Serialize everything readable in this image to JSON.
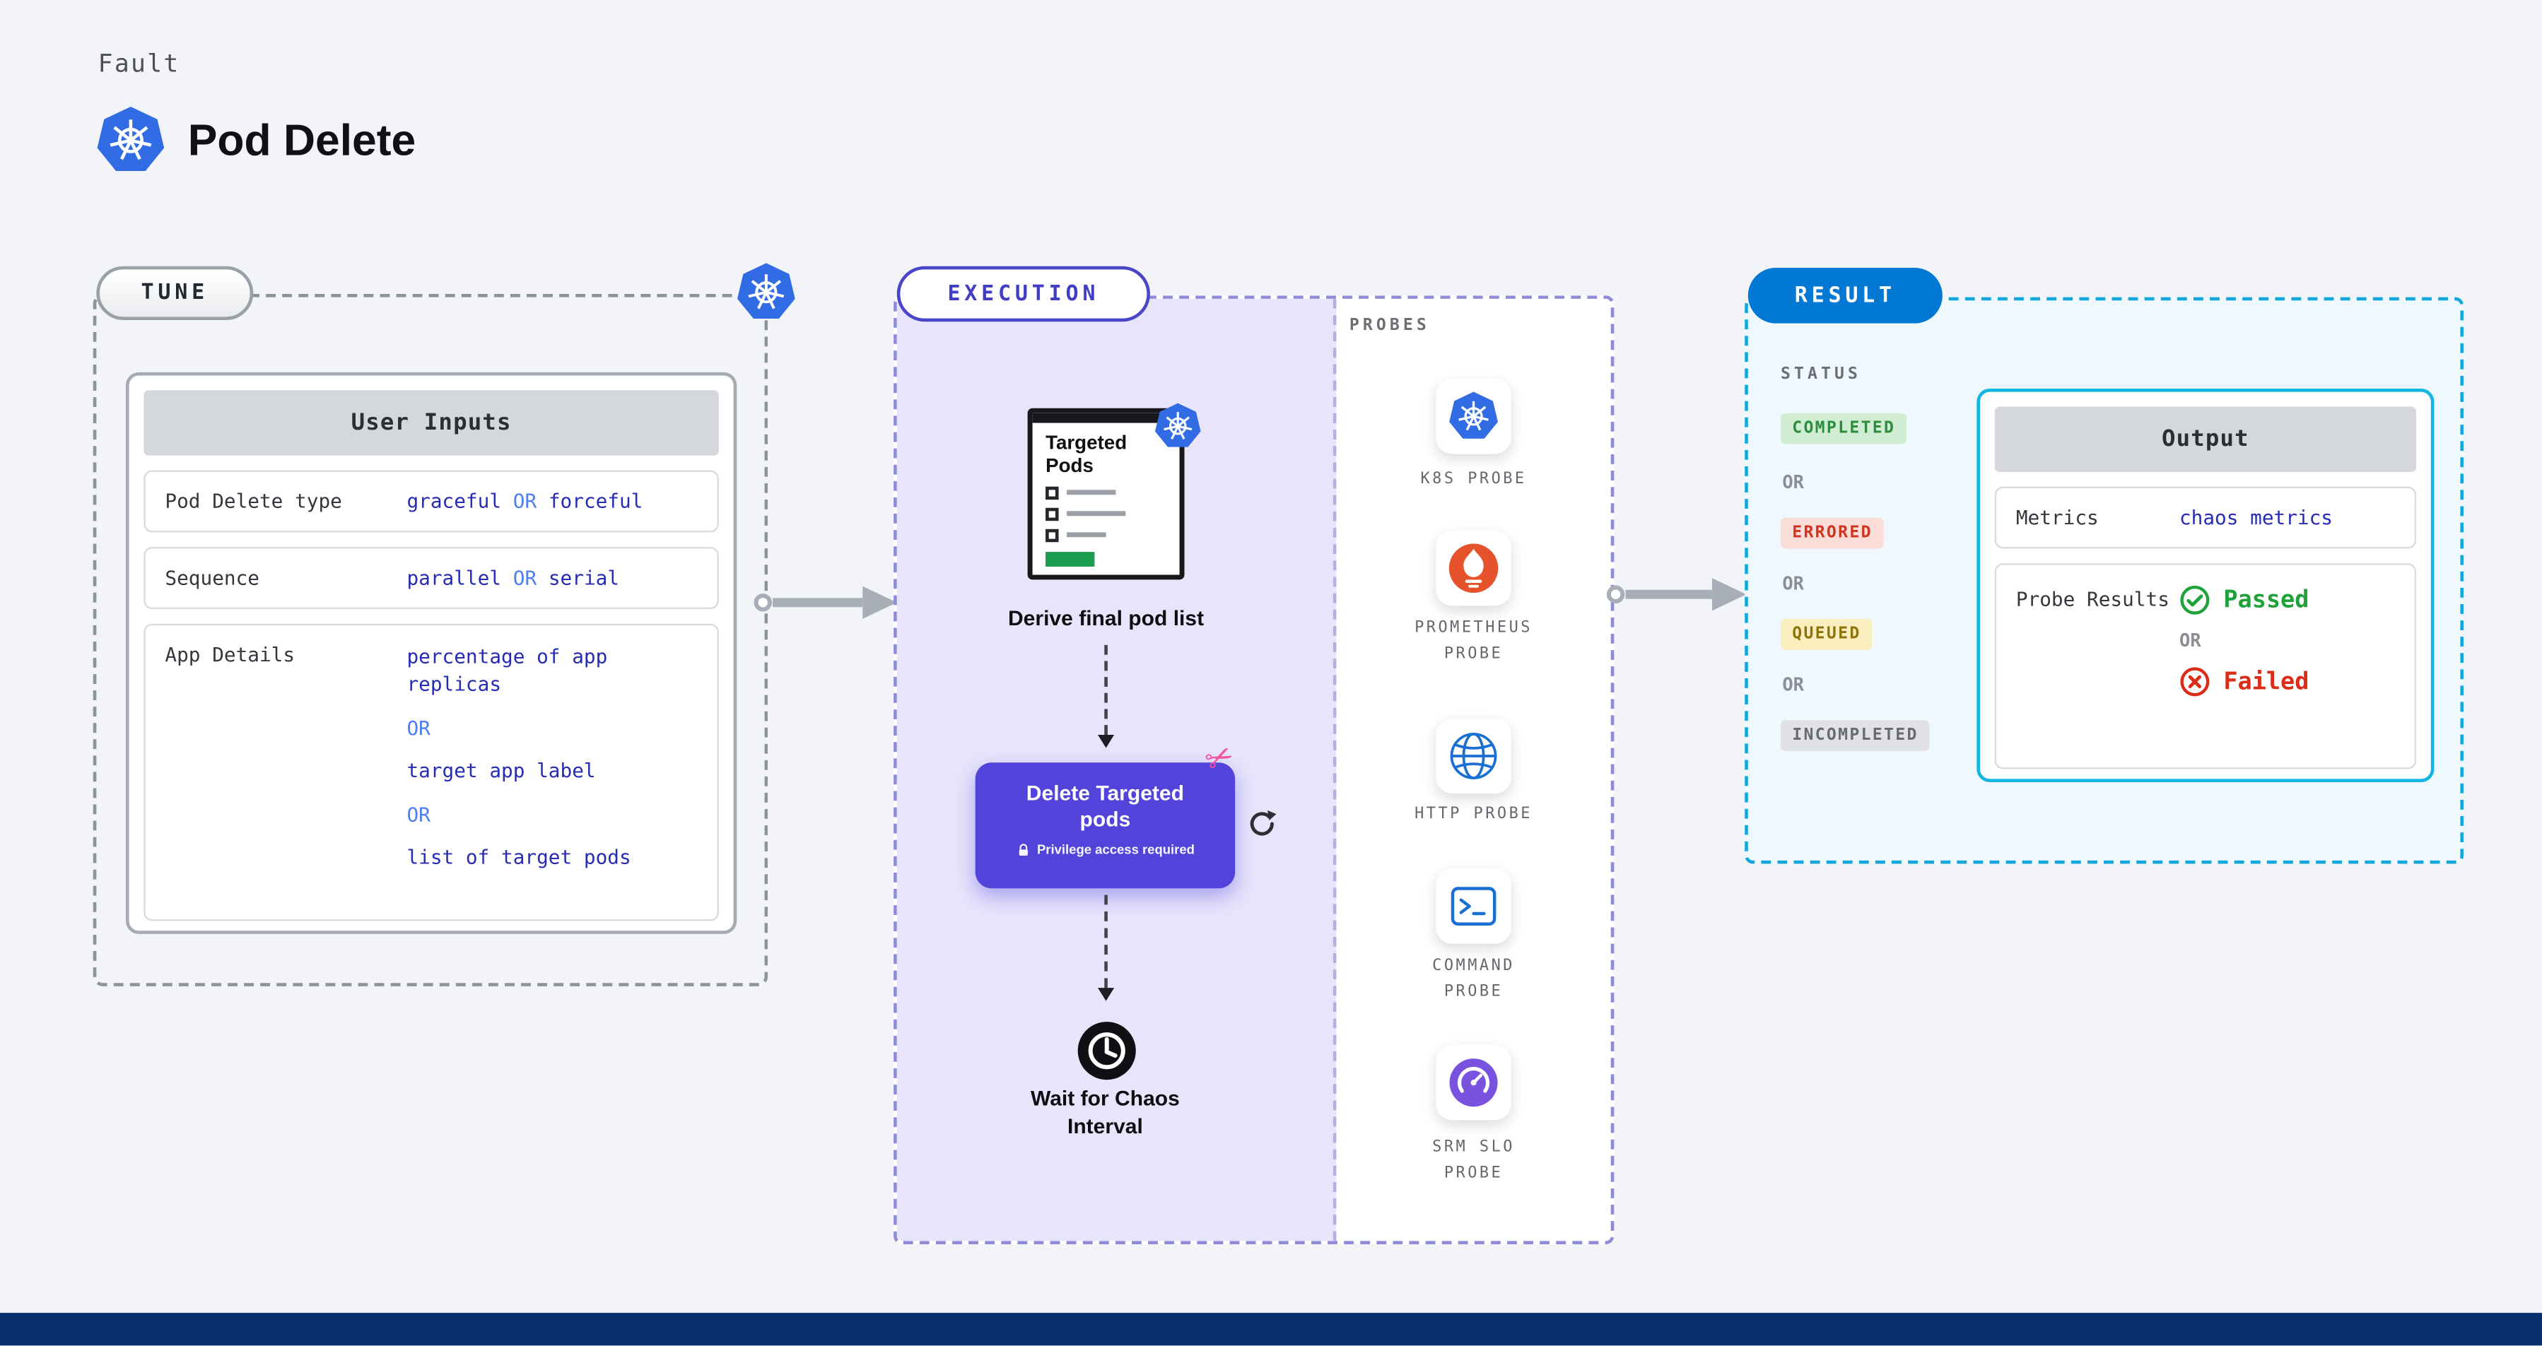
{
  "page": {
    "eyebrow": "Fault",
    "title": "Pod Delete"
  },
  "icons": {
    "scissors_glyph": "✂"
  },
  "tune": {
    "pill": "TUNE",
    "user_inputs": {
      "header": "User Inputs",
      "rows": {
        "pod_delete_type": {
          "label": "Pod Delete type",
          "value1": "graceful",
          "or": "OR",
          "value2": "forceful"
        },
        "sequence": {
          "label": "Sequence",
          "value1": "parallel",
          "or": "OR",
          "value2": "serial"
        },
        "app_details": {
          "label": "App Details",
          "value1": "percentage of app replicas",
          "or1": "OR",
          "value2": "target app label",
          "or2": "OR",
          "value3": "list of target pods"
        }
      }
    }
  },
  "execution": {
    "pill": "EXECUTION",
    "derive_step": {
      "doc_title": "Targeted Pods",
      "caption": "Derive final pod list"
    },
    "delete_step": {
      "button_label": "Delete Targeted pods",
      "privilege_note": "Privilege access required"
    },
    "wait_step": {
      "caption": "Wait for Chaos Interval"
    },
    "probes": {
      "heading": "PROBES",
      "items": [
        {
          "name": "K8S PROBE",
          "icon": "kubernetes-icon"
        },
        {
          "name": "PROMETHEUS PROBE",
          "icon": "prometheus-icon"
        },
        {
          "name": "HTTP PROBE",
          "icon": "globe-icon"
        },
        {
          "name": "COMMAND PROBE",
          "icon": "terminal-icon"
        },
        {
          "name": "SRM SLO PROBE",
          "icon": "gauge-icon"
        }
      ]
    }
  },
  "result": {
    "pill": "RESULT",
    "status": {
      "heading": "STATUS",
      "or_label": "OR",
      "badges": [
        {
          "label": "COMPLETED",
          "tone": "green"
        },
        {
          "label": "ERRORED",
          "tone": "red"
        },
        {
          "label": "QUEUED",
          "tone": "yellow"
        },
        {
          "label": "INCOMPLETED",
          "tone": "gray"
        }
      ]
    },
    "output": {
      "header": "Output",
      "metrics": {
        "label": "Metrics",
        "value": "chaos metrics"
      },
      "probe_results": {
        "label": "Probe Results",
        "passed": "Passed",
        "or": "OR",
        "failed": "Failed"
      }
    }
  },
  "colors": {
    "kubernetes_blue": "#326ce5",
    "execution_purple": "#5243da",
    "execution_bg": "#e7e4fb",
    "result_blue": "#0278d5",
    "result_border": "#14a7dd",
    "value_blue": "#272cb5",
    "or_blue": "#4f7df0",
    "completed_green": "#2b8d3d",
    "errored_red": "#d1351f",
    "queued_yellow": "#8f7209",
    "incompleted_gray": "#686b72",
    "passed_green": "#1fa23a",
    "failed_red": "#dc2b16",
    "footer_navy": "#0a2e6e"
  }
}
